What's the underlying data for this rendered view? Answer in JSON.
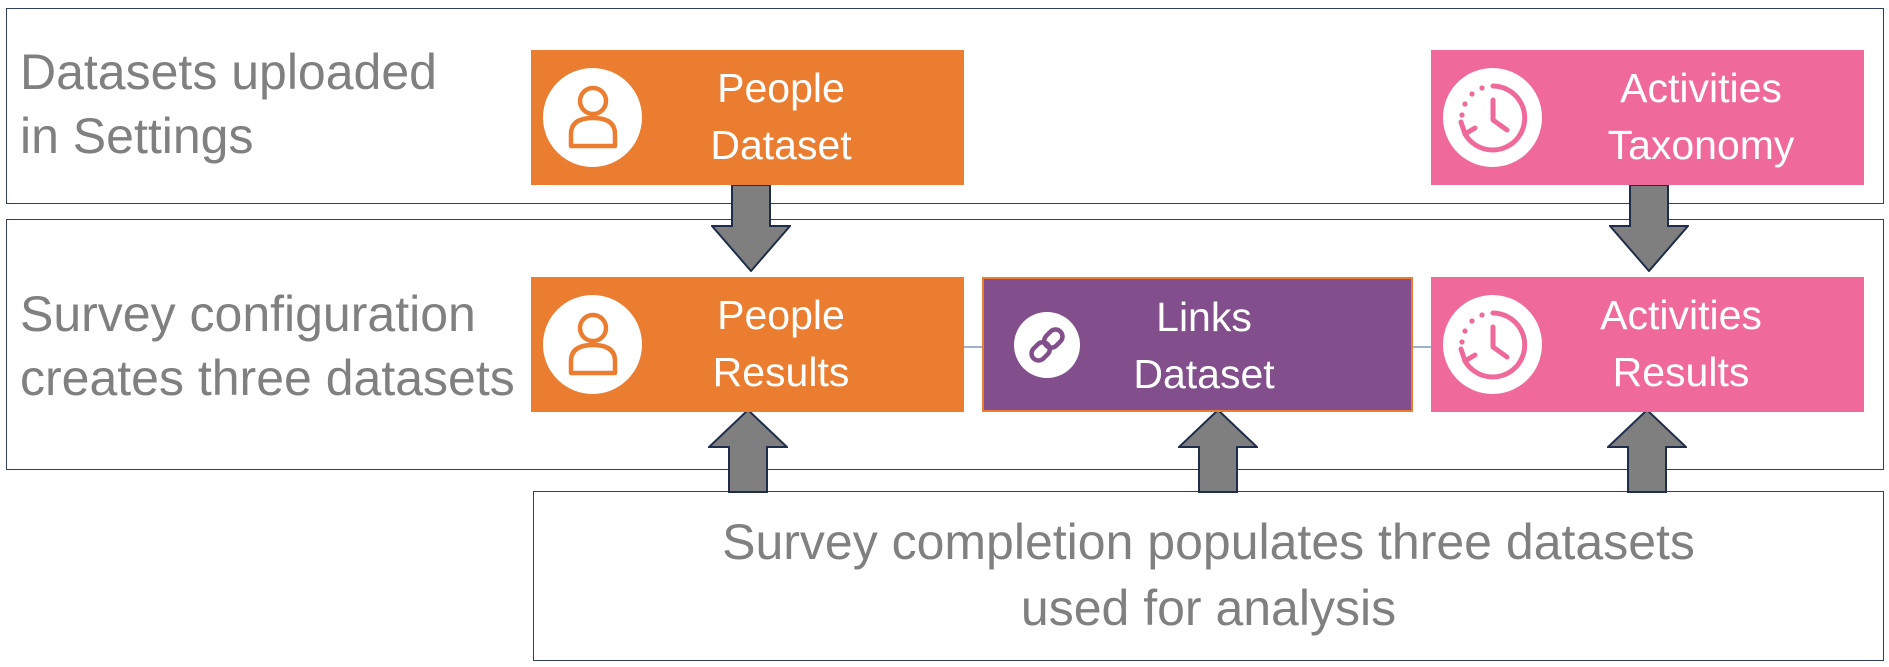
{
  "bands": {
    "settings": {
      "label": "Datasets uploaded\nin Settings"
    },
    "configuration": {
      "label": "Survey configuration\ncreates three datasets"
    },
    "completion": {
      "label": "Survey completion populates three datasets\nused for analysis"
    }
  },
  "boxes": {
    "people_dataset": {
      "label": "People\nDataset",
      "color": "#EB7D30",
      "icon": "person-icon"
    },
    "activities_taxonomy": {
      "label": "Activities\nTaxonomy",
      "color": "#EF6A9A",
      "icon": "clock-icon"
    },
    "people_results": {
      "label": "People\nResults",
      "color": "#EB7D30",
      "icon": "person-icon"
    },
    "links_dataset": {
      "label": "Links\nDataset",
      "color": "#824F8C",
      "icon": "link-icon"
    },
    "activities_results": {
      "label": "Activities\nResults",
      "color": "#EF6A9A",
      "icon": "clock-icon"
    }
  },
  "arrow_color": "#7F7F7F"
}
